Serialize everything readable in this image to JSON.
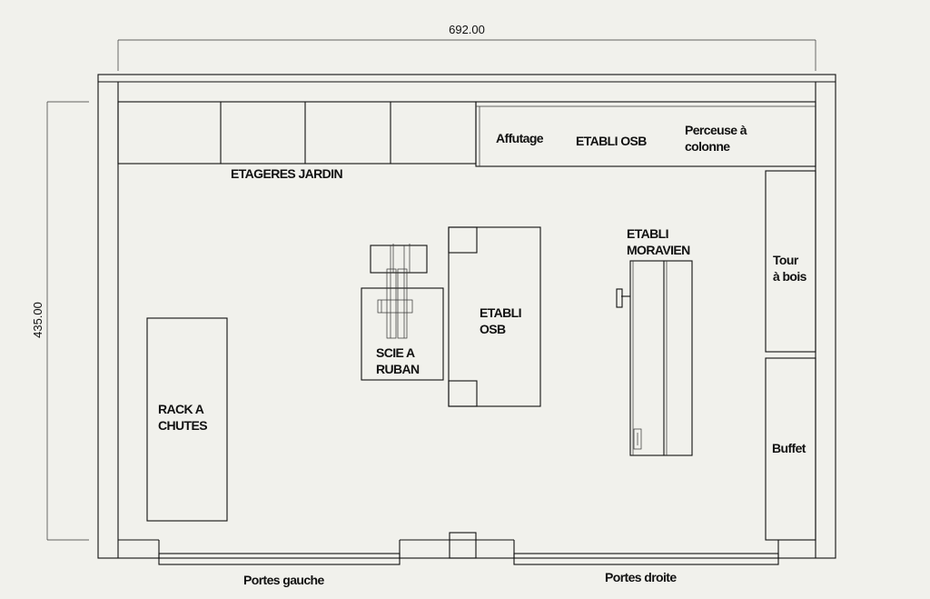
{
  "dimensions": {
    "width": "692.00",
    "height": "435.00"
  },
  "labels": {
    "etageres_jardin": "ETAGERES JARDIN",
    "affutage": "Affutage",
    "etabli_osb_wall": "ETABLI OSB",
    "perceuse_line1": "Perceuse à",
    "perceuse_line2": "colonne",
    "etabli_moravien_line1": "ETABLI",
    "etabli_moravien_line2": "MORAVIEN",
    "tour_line1": "Tour",
    "tour_line2": "à bois",
    "buffet": "Buffet",
    "etabli_osb_center_line1": "ETABLI",
    "etabli_osb_center_line2": "OSB",
    "scie_line1": "SCIE A",
    "scie_line2": "RUBAN",
    "rack_line1": "RACK A",
    "rack_line2": "CHUTES",
    "portes_gauche": "Portes gauche",
    "portes_droite": "Portes droite"
  }
}
